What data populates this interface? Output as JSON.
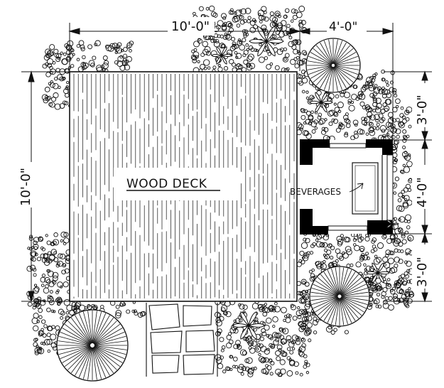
{
  "plan": {
    "deck_label": "WOOD DECK",
    "beverages_label": "BEVERAGES",
    "dims": {
      "top_deck_width": "10'-0\"",
      "top_bar_width": "4'-0\"",
      "left_deck_height": "10'-0\"",
      "right_upper": "3'-0\"",
      "right_middle": "4'-0\"",
      "right_lower": "3'-0\""
    }
  },
  "colors": {
    "ink": "#111111",
    "paper": "#ffffff",
    "wall": "#000000"
  },
  "icons": [
    "tree-canopy-icon",
    "shrub-icon",
    "flower-icon",
    "stepping-stone-icon"
  ]
}
